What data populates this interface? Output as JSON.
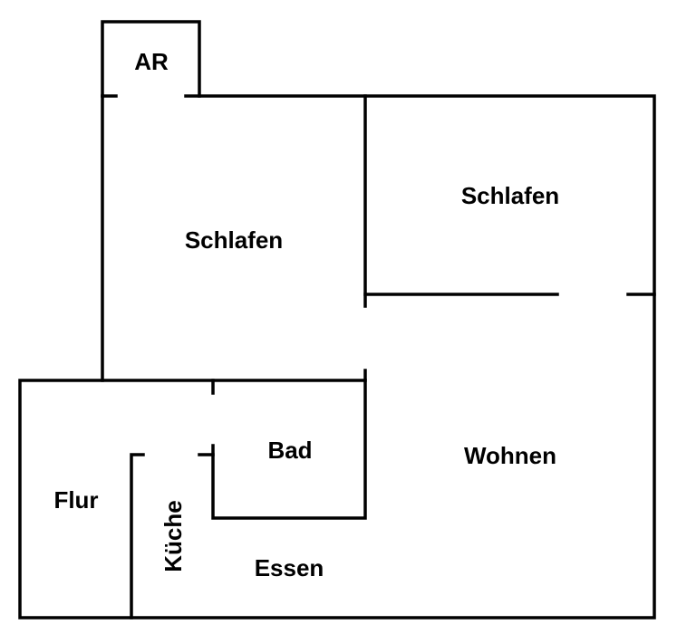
{
  "rooms": {
    "ar": "AR",
    "schlafen_left": "Schlafen",
    "schlafen_right": "Schlafen",
    "bad": "Bad",
    "wohnen": "Wohnen",
    "flur": "Flur",
    "kueche": "Küche",
    "essen": "Essen"
  }
}
